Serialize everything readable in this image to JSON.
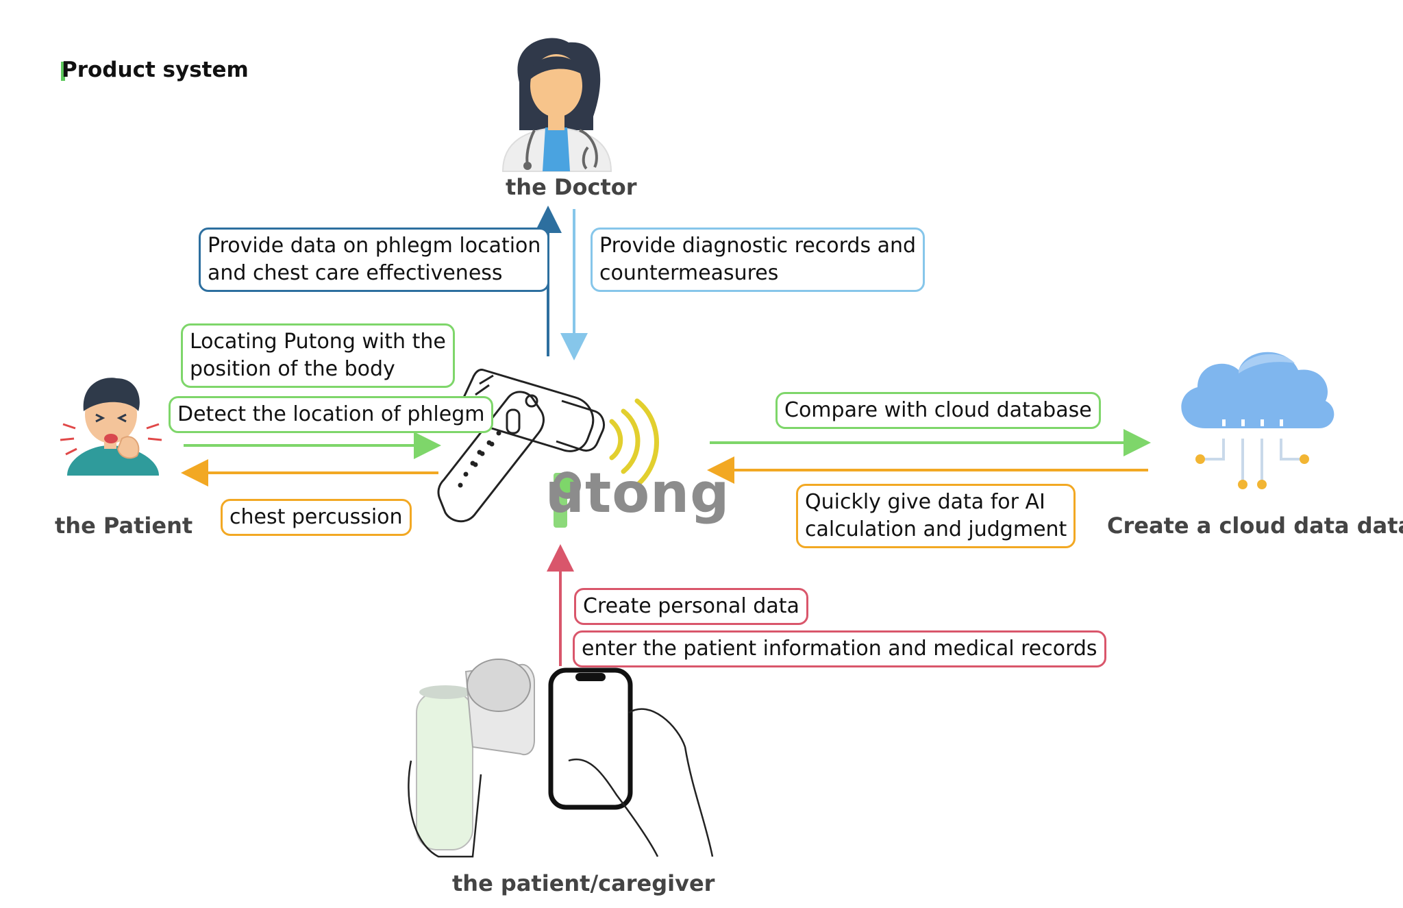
{
  "title": "Product system",
  "nodes": {
    "doctor": "the Doctor",
    "patient": "the Patient",
    "cloud": "Create a cloud data database",
    "caregiver": "the patient/caregiver"
  },
  "logo": "utong",
  "labels": {
    "provide_phlegm_data": "Provide data on phlegm location\nand chest care effectiveness",
    "provide_diagnostic": "Provide diagnostic records and\ncountermeasures",
    "locating_putong": "Locating Putong with the\nposition of the body",
    "detect_phlegm": "Detect the location of phlegm",
    "chest_percussion": "chest percussion",
    "compare_cloud": "Compare with cloud database",
    "quickly_give": "Quickly give data for AI\ncalculation and judgment",
    "create_personal": "Create personal data",
    "enter_patient_info": "enter the patient information and medical records"
  },
  "colors": {
    "green": "#7ed66a",
    "orange": "#f2a823",
    "dark_blue": "#2d6f9f",
    "light_blue": "#86c6ea",
    "red": "#d9566b",
    "title_accent": "#5cc85c",
    "cloud": "#7fb6ee",
    "wifi": "#e2cf2e"
  },
  "icons": {
    "doctor": "doctor-avatar-icon",
    "patient": "coughing-patient-icon",
    "cloud": "cloud-database-icon",
    "device": "putong-device-icon",
    "signal": "wireless-signal-icon",
    "phone": "smartphone-icon"
  }
}
